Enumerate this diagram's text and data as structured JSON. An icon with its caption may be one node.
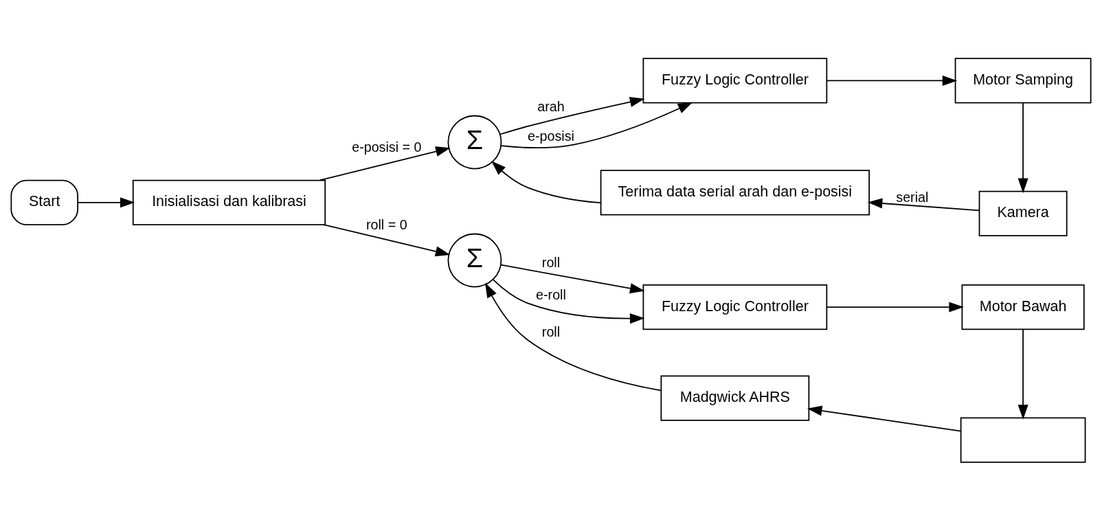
{
  "diagram": {
    "nodes": [
      {
        "text": [
          "Start"
        ]
      },
      {
        "text": [
          "Inisialisasi dan kalibrasi"
        ]
      },
      {
        "text": [
          "Σ"
        ]
      },
      {
        "text": [
          "Fuzzy Logic Controller"
        ]
      },
      {
        "text": [
          "Motor Samping"
        ]
      },
      {
        "text": [
          "Kamera"
        ]
      },
      {
        "text": [
          "Terima data serial arah dan e-posisi"
        ]
      },
      {
        "text": [
          "Σ"
        ]
      },
      {
        "text": [
          "Fuzzy Logic Controller"
        ]
      },
      {
        "text": [
          "Motor Bawah"
        ]
      },
      {
        "text": [],
        "shape": "box"
      },
      {
        "text": [
          "Madgwick AHRS"
        ]
      }
    ],
    "edges": [
      {
        "from": 0,
        "to": 1,
        "arrow": "to"
      },
      {
        "from": 1,
        "to": 2,
        "arrow": "to",
        "label": "e-posisi = 0"
      },
      {
        "from": 1,
        "to": 7,
        "arrow": "to",
        "label": "roll = 0"
      },
      {
        "from": 2,
        "to": 3,
        "arrow": "to",
        "label": "arah"
      },
      {
        "from": 2,
        "to": 3,
        "arrow": "to",
        "label": "e-posisi"
      },
      {
        "from": 3,
        "to": 4,
        "arrow": "to"
      },
      {
        "from": 4,
        "to": 5,
        "arrow": "to"
      },
      {
        "from": 5,
        "to": 6,
        "arrow": "to",
        "label": "serial"
      },
      {
        "from": 6,
        "to": 2,
        "arrow": "to"
      },
      {
        "from": 7,
        "to": 8,
        "arrow": "to",
        "label": "roll"
      },
      {
        "from": 7,
        "to": 8,
        "arrow": "to",
        "label": "e-roll"
      },
      {
        "from": 8,
        "to": 9,
        "arrow": "to"
      },
      {
        "from": 9,
        "to": 10,
        "arrow": "to"
      },
      {
        "from": 10,
        "to": 11,
        "arrow": "to"
      },
      {
        "from": 11,
        "to": 7,
        "arrow": "to",
        "label": "roll"
      }
    ]
  }
}
